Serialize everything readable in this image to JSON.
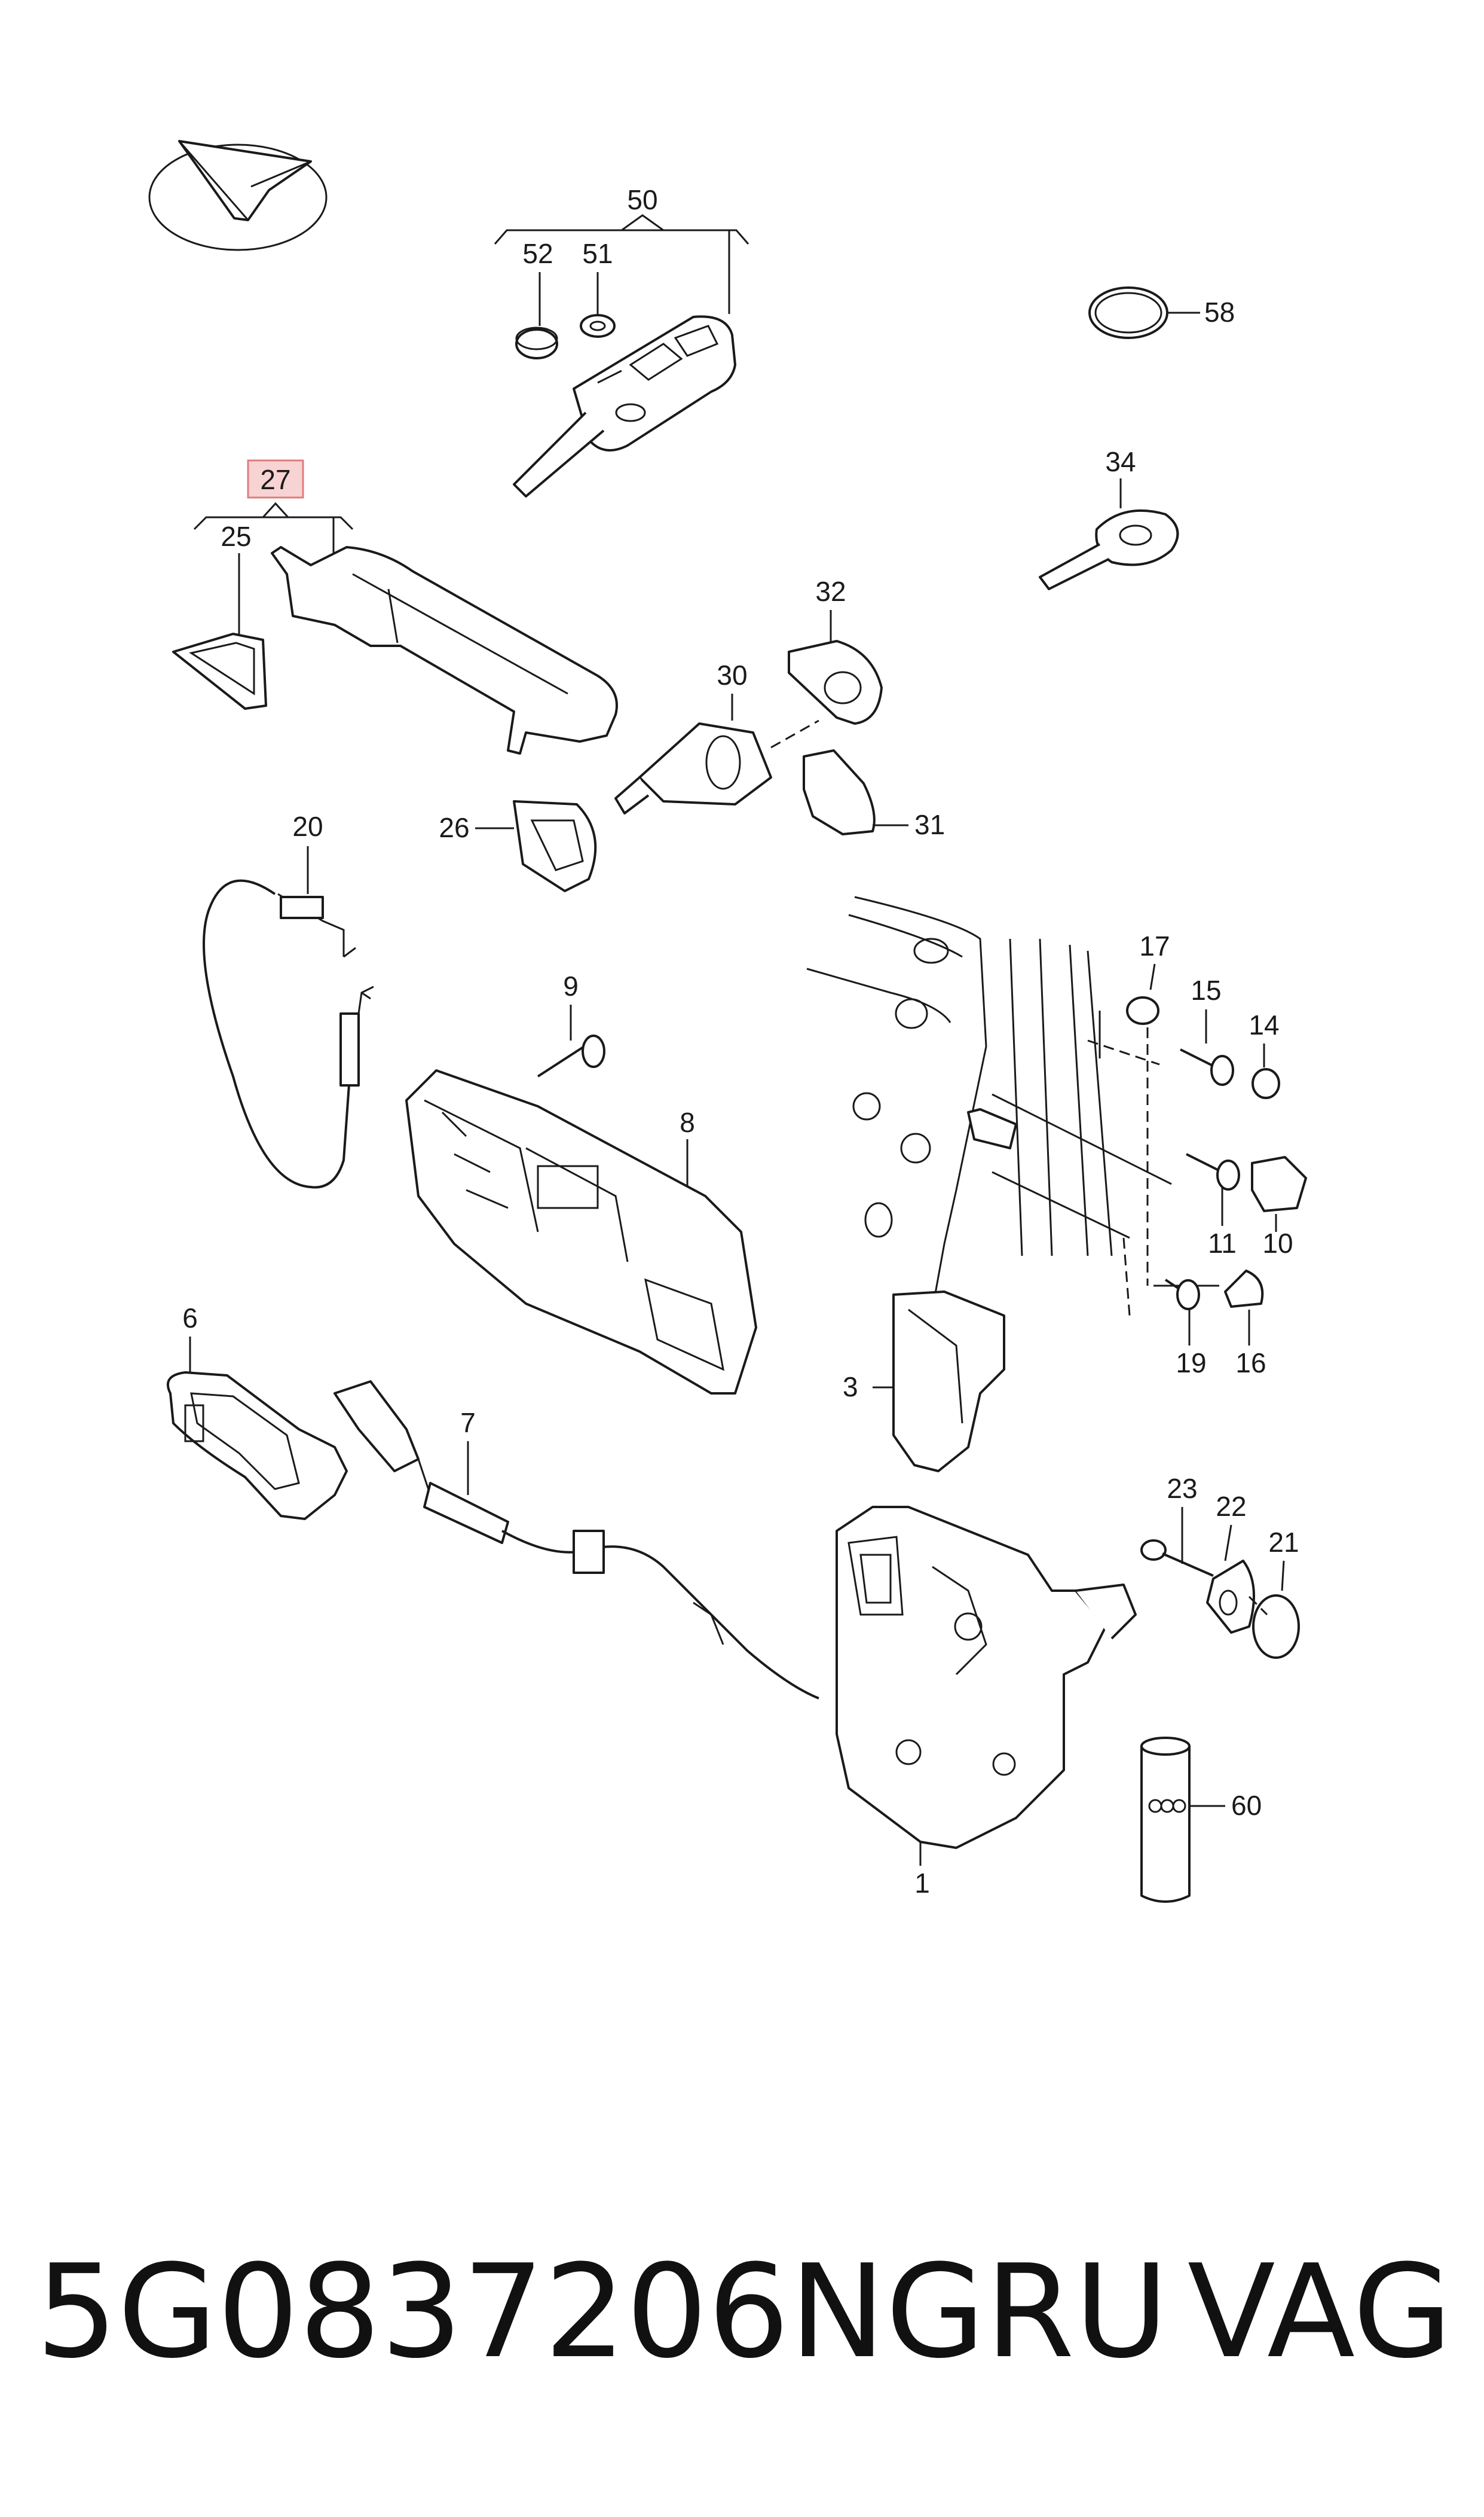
{
  "callouts": {
    "c1": "1",
    "c3": "3",
    "c6": "6",
    "c7": "7",
    "c8": "8",
    "c9": "9",
    "c10": "10",
    "c11": "11",
    "c14": "14",
    "c15": "15",
    "c16": "16",
    "c17": "17",
    "c19": "19",
    "c20": "20",
    "c21": "21",
    "c22": "22",
    "c23": "23",
    "c25": "25",
    "c26": "26",
    "c27": "27",
    "c30": "30",
    "c31": "31",
    "c32": "32",
    "c34": "34",
    "c50": "50",
    "c51": "51",
    "c52": "52",
    "c58": "58",
    "c60": "60"
  },
  "highlighted_callout": "27",
  "footer": {
    "part_number": "5G0837206NGRU",
    "brand": "VAG"
  },
  "colors": {
    "line": "#1a1a1a",
    "highlight_fill": "#f8d3d3",
    "highlight_border": "#e07c7c"
  },
  "icons": {
    "logo": "direction-arrow-icon"
  }
}
